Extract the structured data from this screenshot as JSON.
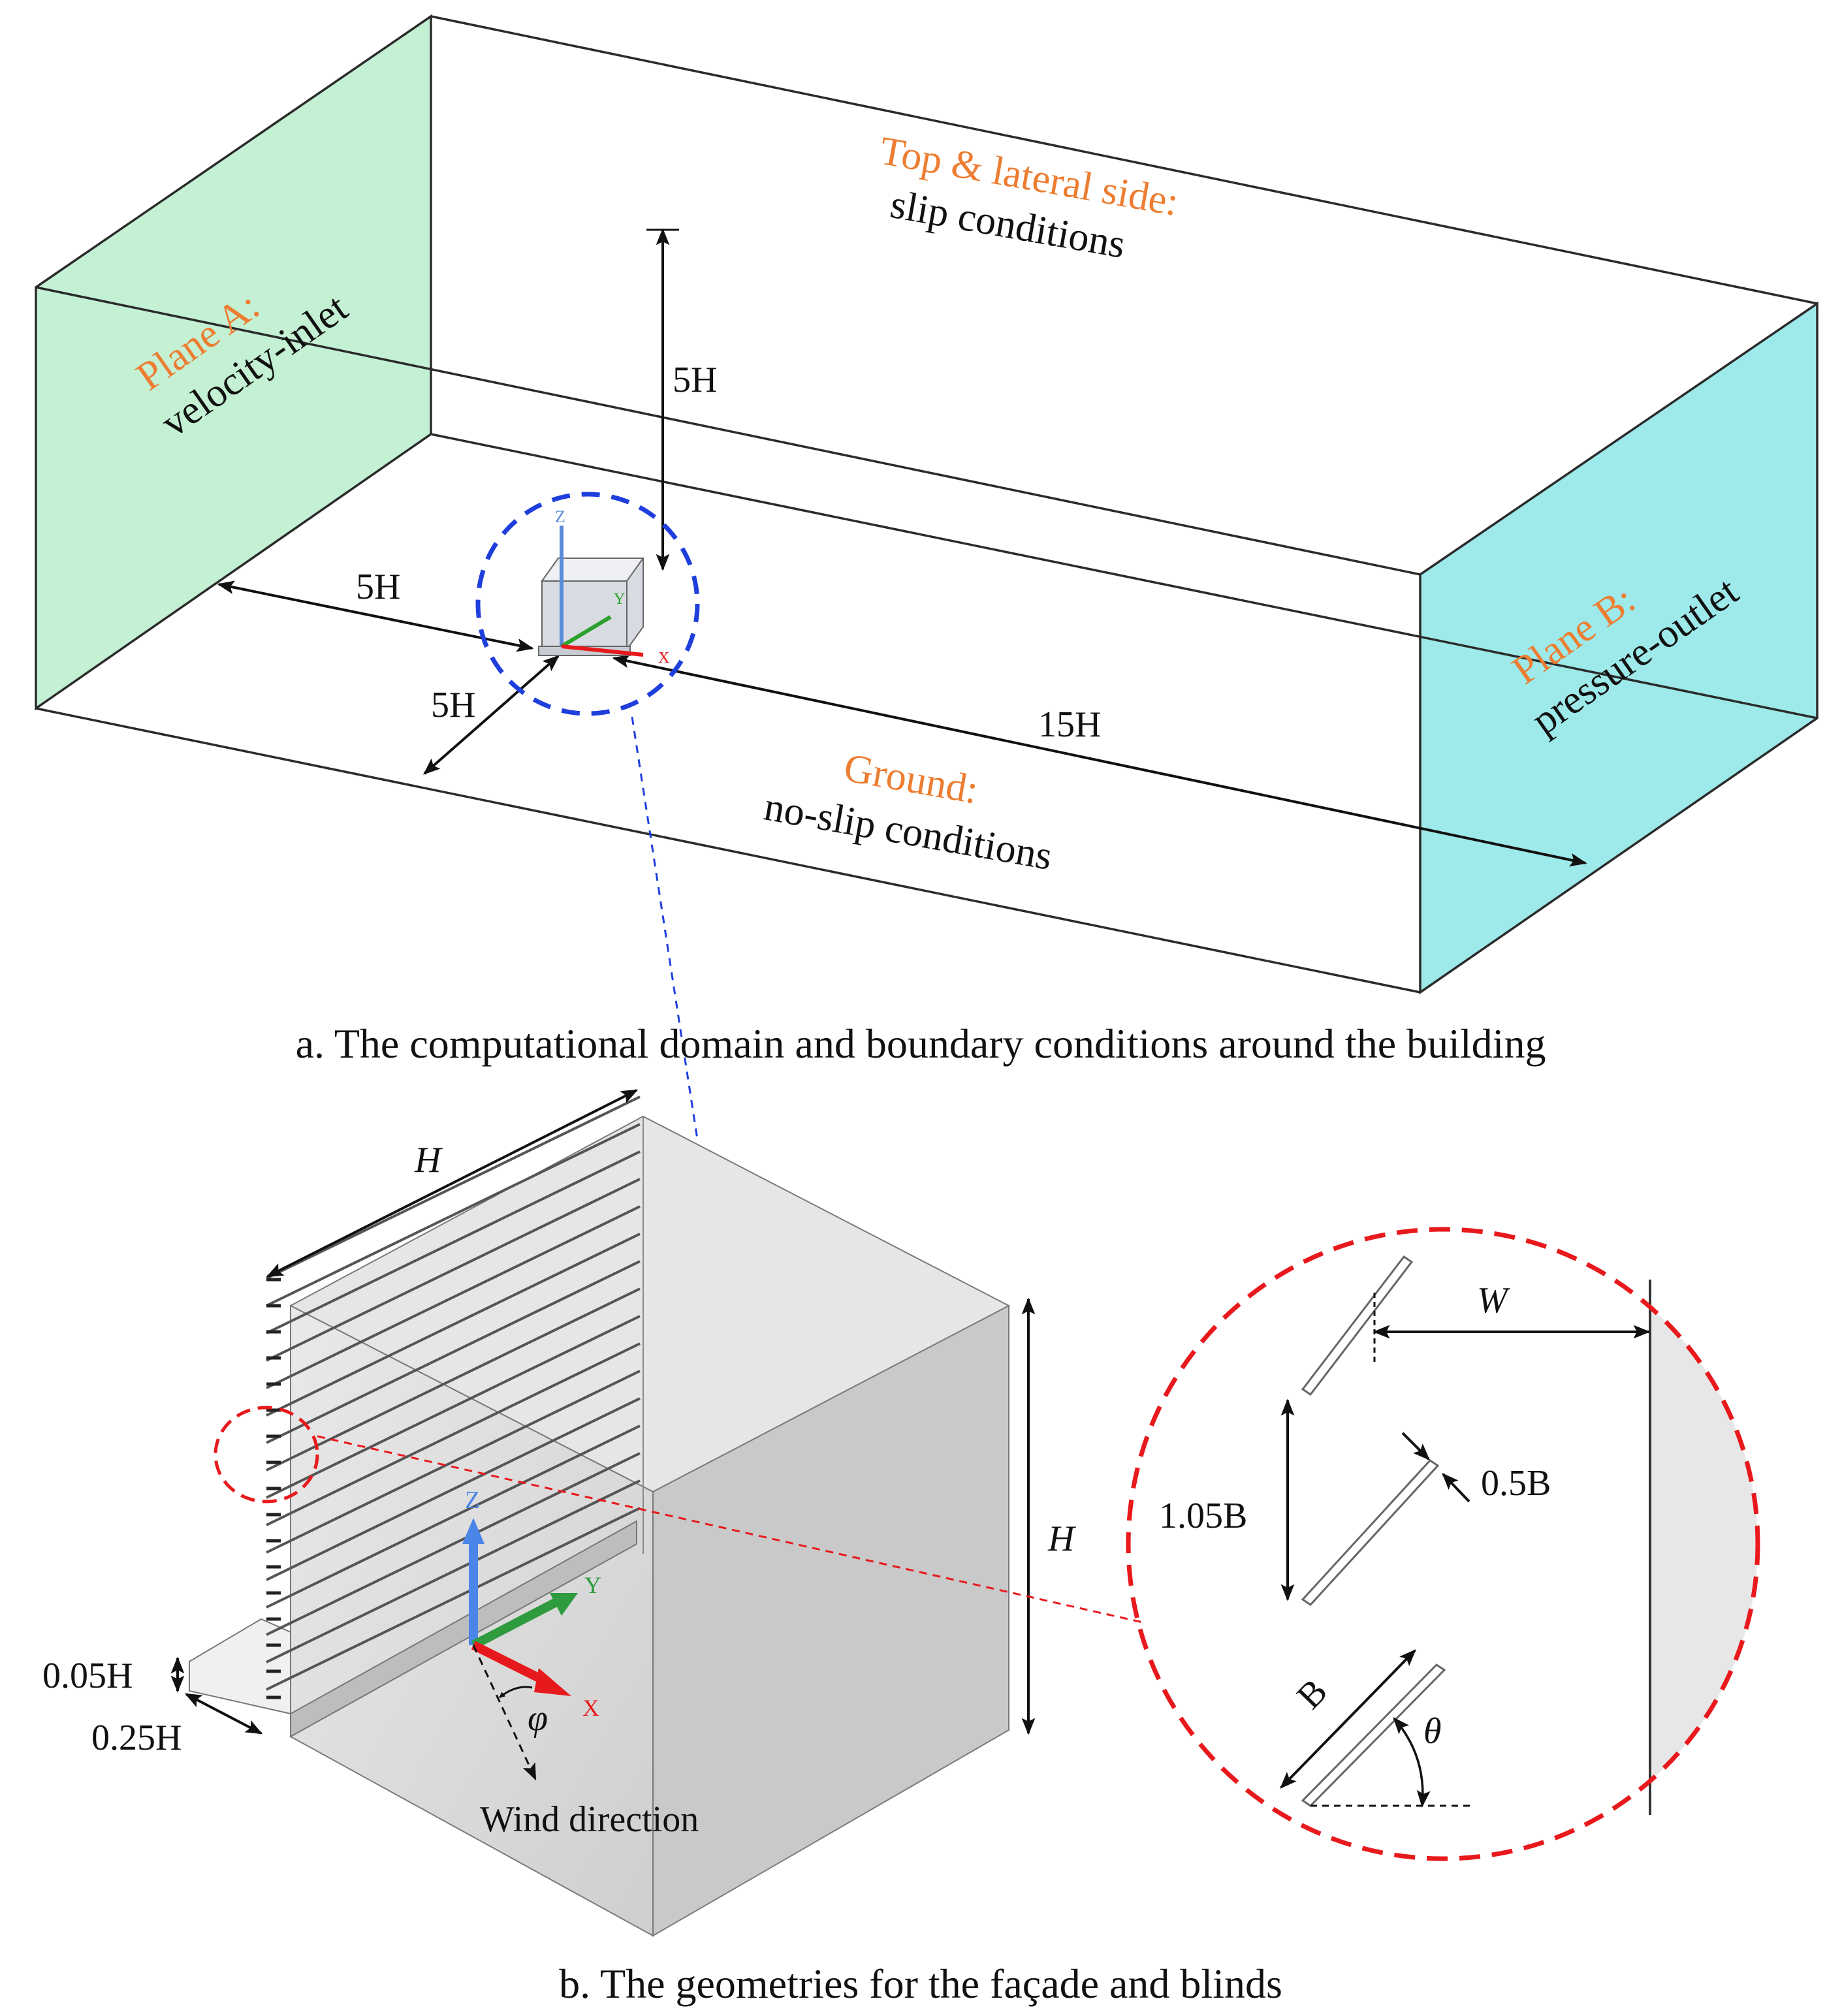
{
  "panel_a": {
    "caption": "a. The computational domain and boundary conditions around the building",
    "plane_a": {
      "name": "Plane A:",
      "condition": "velocity-inlet"
    },
    "plane_b": {
      "name": "Plane B:",
      "condition": "pressure-outlet"
    },
    "top": {
      "name": "Top & lateral side:",
      "condition": "slip conditions"
    },
    "ground": {
      "name": "Ground:",
      "condition": "no-slip conditions"
    },
    "dims": {
      "upstream": "5H",
      "height": "5H",
      "lateral": "5H",
      "downstream": "15H"
    },
    "axes": {
      "z": "Z",
      "y": "Y",
      "x": "X"
    }
  },
  "panel_b": {
    "caption": "b. The geometries for the façade and blinds",
    "dims": {
      "width": "H",
      "height": "H",
      "balcony_thickness": "0.05H",
      "balcony_depth": "0.25H"
    },
    "angle_phi": "φ",
    "wind_direction": "Wind direction",
    "axes": {
      "z": "Z",
      "y": "Y",
      "x": "X"
    },
    "detail": {
      "gap": "W",
      "spacing": "1.05B",
      "thickness": "0.5B",
      "blade_width": "B",
      "angle_theta": "θ"
    }
  },
  "colors": {
    "inlet_fill": "#c4f0d4",
    "outlet_fill": "#9ee9ea",
    "label_orange": "#ed7d31",
    "blue_dashed": "#1f3fdc",
    "red_dashed": "#e8191c",
    "box_gray": "#d6d6d6"
  }
}
